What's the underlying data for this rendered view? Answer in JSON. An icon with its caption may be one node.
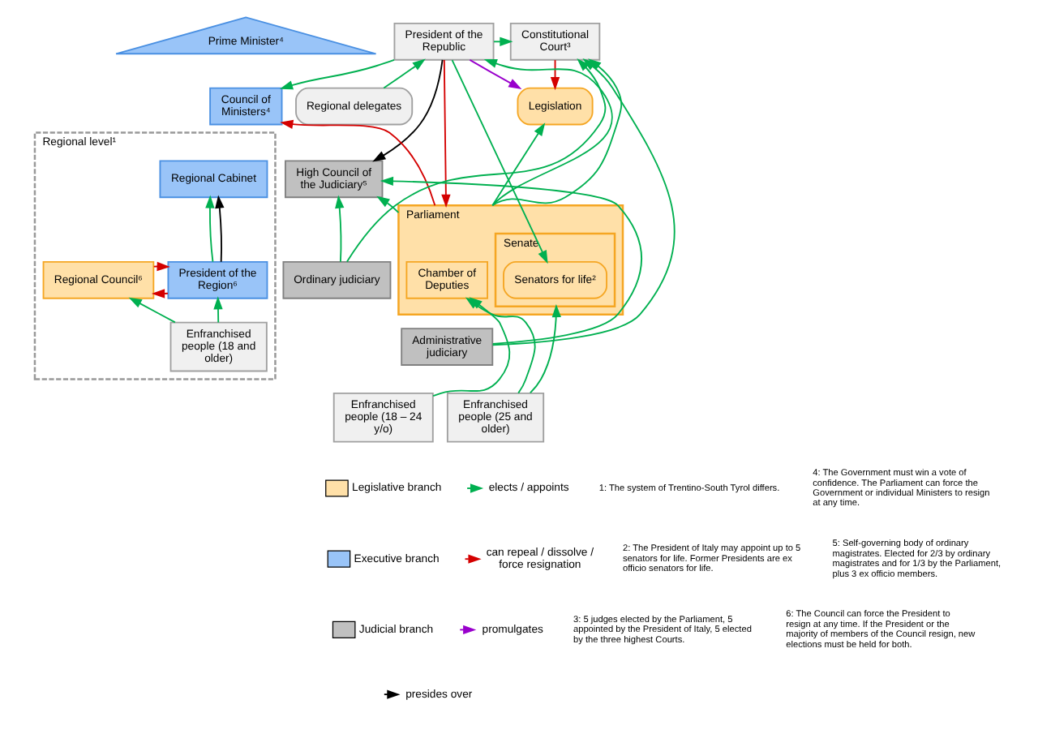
{
  "diagram": {
    "nodes": [
      {
        "text": [
          "President of the Republic"
        ]
      },
      {
        "text": [
          "Constitutional Court³"
        ]
      },
      {
        "text": [
          "Prime Minister⁴"
        ]
      },
      {
        "text": [
          "Council of Ministers⁴"
        ]
      },
      {
        "text": [
          "Regional delegates"
        ]
      },
      {
        "text": [
          "Legislation"
        ]
      },
      {
        "text": [
          "High Council of the Judiciary⁵"
        ]
      },
      {
        "text": [
          "Parliament"
        ]
      },
      {
        "text": [
          "Chamber of Deputies"
        ],
        "in": 7
      },
      {
        "text": [
          "Senate"
        ],
        "in": 7
      },
      {
        "text": [
          "Senators for life²"
        ],
        "in": 9
      },
      {
        "text": [
          "Ordinary judiciary"
        ]
      },
      {
        "text": [
          "Administrative judiciary"
        ]
      },
      {
        "text": [
          "Enfranchised people (18 – 24 y/o)"
        ]
      },
      {
        "text": [
          "Enfranchised people (25 and older)"
        ]
      },
      {
        "text": [
          "Regional level¹"
        ]
      },
      {
        "text": [
          "Regional Cabinet"
        ],
        "in": 15
      },
      {
        "text": [
          "Regional Council⁶"
        ],
        "in": 15
      },
      {
        "text": [
          "President of the Region⁶"
        ],
        "in": 15
      },
      {
        "text": [
          "Enfranchised people (18 and older)"
        ],
        "in": 15
      }
    ],
    "edges": [
      {
        "from": 0,
        "to": 1,
        "arrow": "to"
      },
      {
        "from": 7,
        "to": 1,
        "arrow": "to"
      },
      {
        "from": 11,
        "to": 1,
        "arrow": "to"
      },
      {
        "from": 12,
        "to": 1,
        "arrow": "to"
      },
      {
        "from": 11,
        "to": 6,
        "arrow": "to"
      },
      {
        "from": 12,
        "to": 6,
        "arrow": "to"
      },
      {
        "from": 7,
        "to": 6,
        "arrow": "to"
      },
      {
        "from": 4,
        "to": 0,
        "arrow": "to"
      },
      {
        "from": 0,
        "to": 7,
        "arrow": "to",
        "color": "#d40000"
      },
      {
        "from": 7,
        "to": 0,
        "arrow": "to"
      },
      {
        "from": 0,
        "to": 3,
        "arrow": "to"
      },
      {
        "from": 0,
        "to": 10,
        "arrow": "to"
      },
      {
        "from": 7,
        "to": 5,
        "arrow": "to"
      },
      {
        "from": 1,
        "to": 5,
        "arrow": "to",
        "color": "#d40000"
      },
      {
        "from": 7,
        "to": 3,
        "arrow": "to",
        "color": "#d40000"
      },
      {
        "from": 0,
        "to": 5,
        "arrow": "to",
        "color": "#9900cc"
      },
      {
        "from": 0,
        "to": 6,
        "arrow": "to",
        "color": "#000000"
      },
      {
        "from": 13,
        "to": 8,
        "arrow": "to"
      },
      {
        "from": 14,
        "to": 8,
        "arrow": "to"
      },
      {
        "from": 14,
        "to": 9,
        "arrow": "to"
      },
      {
        "from": 18,
        "to": 16,
        "arrow": "to"
      },
      {
        "from": 18,
        "to": 16,
        "arrow": "to",
        "color": "#000000"
      },
      {
        "from": 18,
        "to": 17,
        "arrow": "to",
        "color": "#d40000"
      },
      {
        "from": 17,
        "to": 18,
        "arrow": "to",
        "color": "#d40000"
      },
      {
        "from": 19,
        "to": 17,
        "arrow": "to"
      },
      {
        "from": 19,
        "to": 18,
        "arrow": "to"
      }
    ],
    "labels": [
      "1: The system of Trentino-South Tyrol differs.",
      "2: The President of Italy may appoint up to 5 senators for life. Former Presidents are ex officio senators for life.",
      "3: 5 judges elected by the Parliament, 5 appointed by the President of Italy, 5 elected by the three highest Courts.",
      "4: The Government must win a vote of confidence. The Parliament can force the Government or individual Ministers to resign at any time.",
      "5: Self-governing body of ordinary magistrates. Elected for 2/3 by ordinary magistrates and for 1/3 by the Parliament, plus 3 ex officio members.",
      "6: The Council can force the President to resign at any time. If the President or the majority of members of the Council resign, new elections must be held for both."
    ],
    "legend": [
      {
        "text": "Legislative branch",
        "color": "#ffe0a8"
      },
      {
        "text": "Executive branch",
        "color": "#99c4f8"
      },
      {
        "text": "Judicial branch",
        "color": "#c0c0c0"
      },
      {
        "text": "elects / appoints"
      },
      {
        "text": "can repeal / dissolve / force resignation"
      },
      {
        "text": "promulgates"
      },
      {
        "text": "presides over"
      }
    ]
  }
}
